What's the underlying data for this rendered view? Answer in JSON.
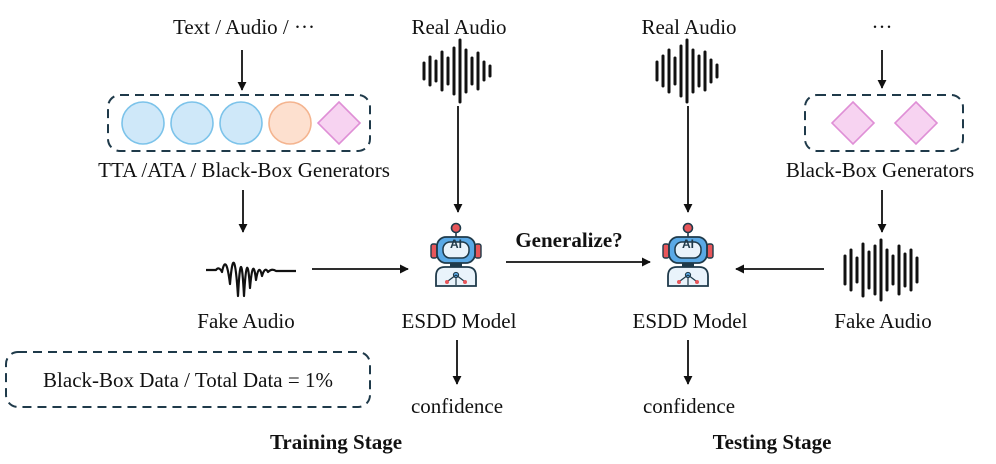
{
  "training": {
    "input_label": "Text / Audio / ···",
    "real_audio": "Real Audio",
    "generators_label": "TTA /ATA / Black-Box Generators",
    "fake_audio": "Fake Audio",
    "model_label": "ESDD Model",
    "model_badge": "AI",
    "output_label": "confidence",
    "ratio_label": "Black-Box Data / Total Data = 1%",
    "stage_title": "Training Stage"
  },
  "testing": {
    "input_label": "···",
    "real_audio": "Real Audio",
    "generators_label": "Black-Box Generators",
    "fake_audio": "Fake Audio",
    "model_label": "ESDD Model",
    "model_badge": "AI",
    "output_label": "confidence",
    "stage_title": "Testing Stage"
  },
  "generalize_label": "Generalize?",
  "colors": {
    "blue_circle_fill": "#cfe8f9",
    "blue_circle_stroke": "#7cc3ea",
    "orange_circle_fill": "#fde0cf",
    "orange_circle_stroke": "#f4b48f",
    "diamond_fill": "#f7d3f1",
    "diamond_stroke": "#df8fd6",
    "box_stroke": "#1f3a4a",
    "robot_blue": "#5aa9e6",
    "robot_red": "#e8565a"
  }
}
